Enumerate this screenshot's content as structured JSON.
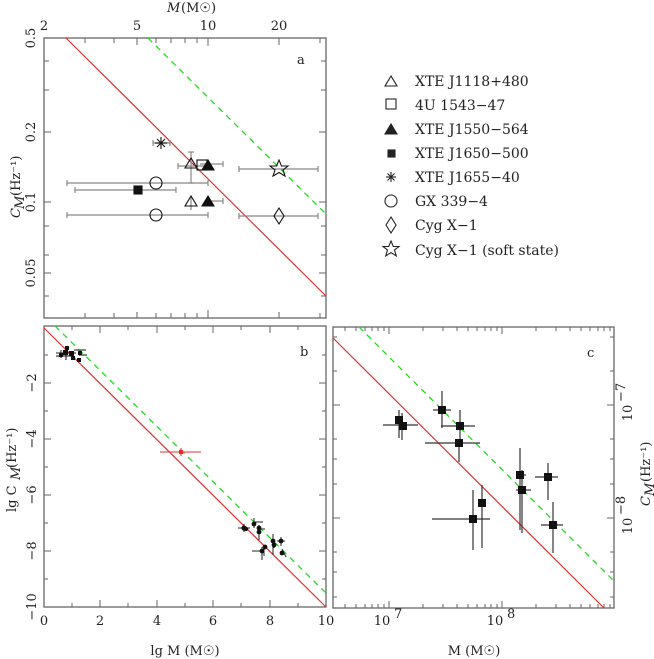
{
  "chart_data": [
    {
      "panel": "a",
      "type": "scatter",
      "title": "",
      "xlabel": "M (M☉)",
      "ylabel": "C_M (Hz⁻¹)",
      "xscale": "log",
      "yscale": "log",
      "xlim": [
        2,
        31
      ],
      "ylim": [
        0.032,
        0.5
      ],
      "xticks": [
        "2",
        "5",
        "10",
        "20"
      ],
      "yticks": [
        "0.05",
        "0.1",
        "0.2",
        "0.5"
      ],
      "panel_label": "a",
      "series": [
        {
          "name": "XTE J1118+480",
          "marker": "open-triangle",
          "points": [
            {
              "x": 8.5,
              "y": 0.14
            },
            {
              "x": 8.5,
              "y": 0.098
            }
          ]
        },
        {
          "name": "4U 1543-47",
          "marker": "open-square",
          "points": [
            {
              "x": 9.4,
              "y": 0.14
            }
          ]
        },
        {
          "name": "XTE J1550-564",
          "marker": "filled-triangle",
          "points": [
            {
              "x": 10.0,
              "y": 0.135
            },
            {
              "x": 10.0,
              "y": 0.1
            }
          ]
        },
        {
          "name": "XTE J1650-500",
          "marker": "filled-square",
          "points": [
            {
              "x": 5.2,
              "y": 0.11
            }
          ]
        },
        {
          "name": "XTE J1655-40",
          "marker": "asterisk",
          "points": [
            {
              "x": 6.3,
              "y": 0.18
            }
          ]
        },
        {
          "name": "GX 339-4",
          "marker": "open-circle",
          "points": [
            {
              "x": 5.8,
              "y": 0.12
            },
            {
              "x": 5.8,
              "y": 0.088
            }
          ]
        },
        {
          "name": "Cyg X-1",
          "marker": "open-diamond",
          "points": [
            {
              "x": 20.0,
              "y": 0.087
            }
          ]
        },
        {
          "name": "Cyg X-1 (soft state)",
          "marker": "open-star",
          "points": [
            {
              "x": 20.0,
              "y": 0.135
            }
          ]
        }
      ],
      "lines": [
        {
          "style": "solid",
          "color": "#e03030",
          "from": {
            "x": 2.7,
            "y": 0.5
          },
          "to": {
            "x": 31,
            "y": 0.032
          }
        },
        {
          "style": "dashed",
          "color": "#22dd22",
          "from": {
            "x": 5.8,
            "y": 0.5
          },
          "to": {
            "x": 31,
            "y": 0.09
          }
        }
      ]
    },
    {
      "panel": "b",
      "type": "scatter",
      "xlabel": "lg M (M☉)",
      "ylabel": "lg C_M (Hz⁻¹)",
      "xlim": [
        0,
        10
      ],
      "ylim": [
        -10,
        0
      ],
      "xticks": [
        "0",
        "2",
        "4",
        "6",
        "8",
        "10"
      ],
      "yticks": [
        "-10",
        "-8",
        "-6",
        "-4",
        "-2"
      ],
      "panel_label": "b",
      "points_stellar": [
        {
          "x": 0.8,
          "y": -0.9
        },
        {
          "x": 0.95,
          "y": -0.85
        },
        {
          "x": 1.0,
          "y": -0.8
        },
        {
          "x": 1.3,
          "y": -0.85
        },
        {
          "x": 0.7,
          "y": -1.0
        },
        {
          "x": 1.0,
          "y": -1.05
        }
      ],
      "points_intermediate": [
        {
          "x": 4.9,
          "y": -4.5,
          "color": "#e03030"
        }
      ],
      "points_agn": [
        {
          "x": 7.1,
          "y": -7.2
        },
        {
          "x": 7.12,
          "y": -7.25
        },
        {
          "x": 7.45,
          "y": -7.05
        },
        {
          "x": 7.6,
          "y": -7.35
        },
        {
          "x": 7.62,
          "y": -7.2
        },
        {
          "x": 7.75,
          "y": -8.0
        },
        {
          "x": 7.82,
          "y": -7.85
        },
        {
          "x": 8.15,
          "y": -7.65
        },
        {
          "x": 8.17,
          "y": -7.75
        },
        {
          "x": 8.4,
          "y": -7.65
        },
        {
          "x": 8.45,
          "y": -8.05
        }
      ],
      "lines": [
        {
          "style": "solid",
          "color": "#e03030",
          "from": {
            "x": 0,
            "y": -0.2
          },
          "to": {
            "x": 10,
            "y": -10
          }
        },
        {
          "style": "dashed",
          "color": "#22dd22",
          "from": {
            "x": 0.4,
            "y": 0
          },
          "to": {
            "x": 10,
            "y": -9.5
          }
        }
      ]
    },
    {
      "panel": "c",
      "type": "scatter",
      "xlabel": "M (M☉)",
      "ylabel": "C_M (Hz⁻¹)",
      "xscale": "log",
      "yscale": "log",
      "xlim": [
        3000000.0,
        1000000000.0
      ],
      "ylim": [
        1.6e-09,
        4.9e-07
      ],
      "xticks": [
        "10^7",
        "10^8"
      ],
      "yticks": [
        "10^-8",
        "10^-7"
      ],
      "panel_label": "c",
      "points": [
        {
          "x": 12000000.0,
          "y": 8.5e-08
        },
        {
          "x": 13000000.0,
          "y": 7.9e-08
        },
        {
          "x": 29000000.0,
          "y": 9.7e-08
        },
        {
          "x": 42000000.0,
          "y": 7.9e-08
        },
        {
          "x": 42000000.0,
          "y": 5.3e-08
        },
        {
          "x": 130000000.0,
          "y": 2.8e-08
        },
        {
          "x": 140000000.0,
          "y": 2e-08
        },
        {
          "x": 240000000.0,
          "y": 2.6e-08
        },
        {
          "x": 57000000.0,
          "y": 1e-08
        },
        {
          "x": 67000000.0,
          "y": 1.4e-08
        },
        {
          "x": 270000000.0,
          "y": 9e-09
        }
      ],
      "lines": [
        {
          "style": "solid",
          "color": "#e03030",
          "from": {
            "x": 3000000.0,
            "y": 4e-07
          },
          "to": {
            "x": 800000000.0,
            "y": 1.6e-09
          }
        },
        {
          "style": "dashed",
          "color": "#22dd22",
          "from": {
            "x": 5500000.0,
            "y": 4.9e-07
          },
          "to": {
            "x": 1000000000.0,
            "y": 3.5e-09
          }
        }
      ]
    }
  ],
  "labels": {
    "a_top_xlabel": "M",
    "a_top_xunit": "(M☉)",
    "a_ylabel": "C",
    "a_ysub": "M",
    "a_yunit": "(Hz⁻¹)",
    "b_ylabel_prefix": "lg C",
    "b_ysub": "M",
    "b_yunit": "(Hz⁻¹)",
    "b_xlabel": "lg M (M☉)",
    "c_xlabel": "M (M☉)",
    "c_ylabel": "C",
    "c_yunit": "(Hz⁻¹)",
    "panel_a": "a",
    "panel_b": "b",
    "panel_c": "c"
  },
  "ticks": {
    "a_x": [
      "2",
      "5",
      "10",
      "20"
    ],
    "a_y": [
      "0.5",
      "0.2",
      "0.1",
      "0.05"
    ],
    "b_x": [
      "0",
      "2",
      "4",
      "6",
      "8",
      "10"
    ],
    "b_y": [
      "−2",
      "−4",
      "−6",
      "−8",
      "−10"
    ],
    "c_x": [
      "10",
      "10"
    ],
    "c_x_exp": [
      "7",
      "8"
    ],
    "c_y": [
      "10",
      "10"
    ],
    "c_y_exp": [
      "−7",
      "−8"
    ]
  },
  "legend": [
    {
      "marker": "open-triangle",
      "label": "XTE J1118+480"
    },
    {
      "marker": "open-square",
      "label": "4U 1543−47"
    },
    {
      "marker": "filled-triangle",
      "label": "XTE J1550−564"
    },
    {
      "marker": "filled-square",
      "label": "XTE J1650−500"
    },
    {
      "marker": "asterisk",
      "label": "XTE J1655−40"
    },
    {
      "marker": "open-circle",
      "label": "GX 339−4"
    },
    {
      "marker": "open-diamond",
      "label": "Cyg X−1"
    },
    {
      "marker": "open-star",
      "label": "Cyg X−1 (soft state)"
    }
  ]
}
